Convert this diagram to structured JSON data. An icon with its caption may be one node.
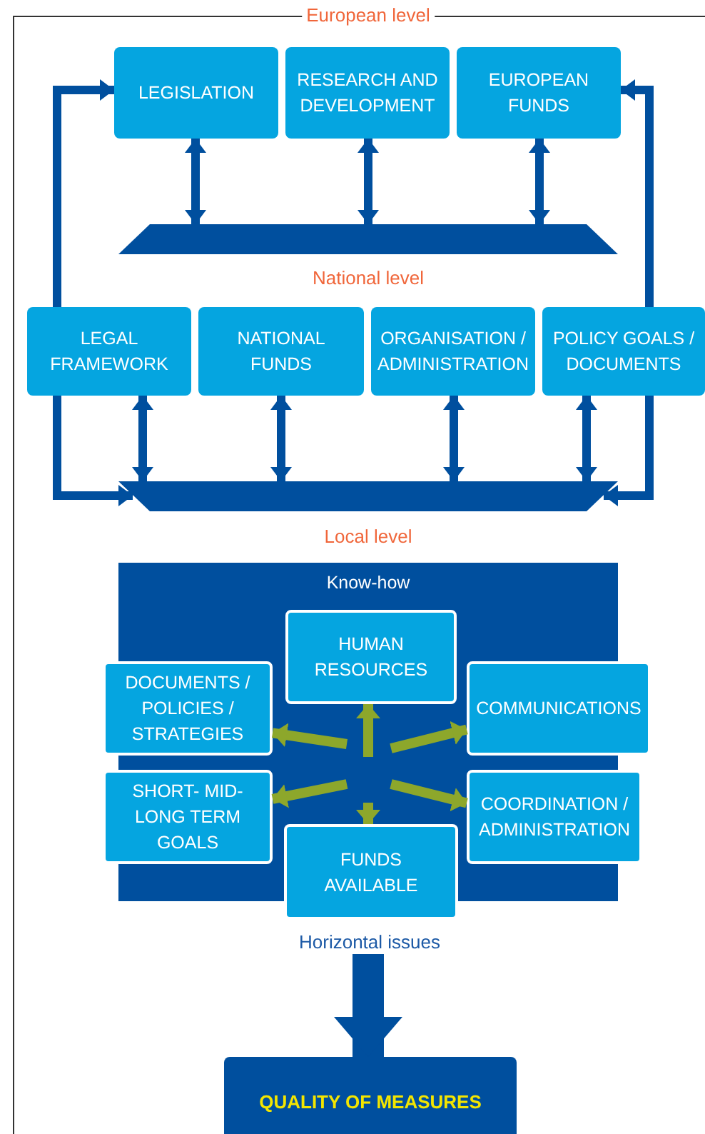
{
  "diagram": {
    "nodes": [
      {
        "text": [
          "LEGISLATION"
        ]
      },
      {
        "text": [
          "RESEARCH AND DEVELOPMENT"
        ]
      },
      {
        "text": [
          "EUROPEAN FUNDS"
        ]
      },
      {
        "text": [],
        "shape": "bar"
      },
      {
        "text": [
          "LEGAL FRAMEWORK"
        ]
      },
      {
        "text": [
          "NATIONAL FUNDS"
        ]
      },
      {
        "text": [
          "ORGANISATION / ADMINISTRATION"
        ]
      },
      {
        "text": [
          "POLICY GOALS / DOCUMENTS"
        ]
      },
      {
        "text": [],
        "shape": "bar"
      },
      {
        "text": [
          "Know-how"
        ]
      },
      {
        "text": [
          "HUMAN RESOURCES"
        ],
        "in": 9
      },
      {
        "text": [
          "DOCUMENTS / POLICIES / STRATEGIES"
        ]
      },
      {
        "text": [
          "COMMUNICATIONS"
        ]
      },
      {
        "text": [
          "SHORT- MID-LONG TERM GOALS"
        ]
      },
      {
        "text": [
          "COORDINATION / ADMINISTRATION"
        ]
      },
      {
        "text": [
          "FUNDS AVAILABLE"
        ]
      },
      {
        "text": [
          "Horizontal issues"
        ]
      },
      {
        "text": [
          "QUALITY OF MEASURES"
        ]
      }
    ],
    "edges": [
      {
        "from": 0,
        "to": 3,
        "arrow": "both"
      },
      {
        "from": 1,
        "to": 3,
        "arrow": "both"
      },
      {
        "from": 2,
        "to": 3,
        "arrow": "both"
      },
      {
        "from": 4,
        "to": 0,
        "arrow": "to"
      },
      {
        "from": 7,
        "to": 2,
        "arrow": "to"
      },
      {
        "from": 4,
        "to": 8,
        "arrow": "both"
      },
      {
        "from": 5,
        "to": 8,
        "arrow": "both"
      },
      {
        "from": 6,
        "to": 8,
        "arrow": "both"
      },
      {
        "from": 7,
        "to": 8,
        "arrow": "both"
      },
      {
        "from": 4,
        "to": 8,
        "arrow": "to"
      },
      {
        "from": 7,
        "to": 8,
        "arrow": "to"
      },
      {
        "from": null,
        "to": 10,
        "arrow": "to",
        "color": "#8da72b"
      },
      {
        "from": null,
        "to": 11,
        "arrow": "to",
        "color": "#8da72b"
      },
      {
        "from": null,
        "to": 12,
        "arrow": "to",
        "color": "#8da72b"
      },
      {
        "from": null,
        "to": 13,
        "arrow": "to",
        "color": "#8da72b"
      },
      {
        "from": null,
        "to": 14,
        "arrow": "to",
        "color": "#8da72b"
      },
      {
        "from": null,
        "to": 15,
        "arrow": "to",
        "color": "#8da72b"
      },
      {
        "from": 16,
        "to": 17,
        "arrow": "to",
        "style": "thick"
      }
    ],
    "labels": [
      "European level",
      "National level",
      "Local level"
    ]
  }
}
